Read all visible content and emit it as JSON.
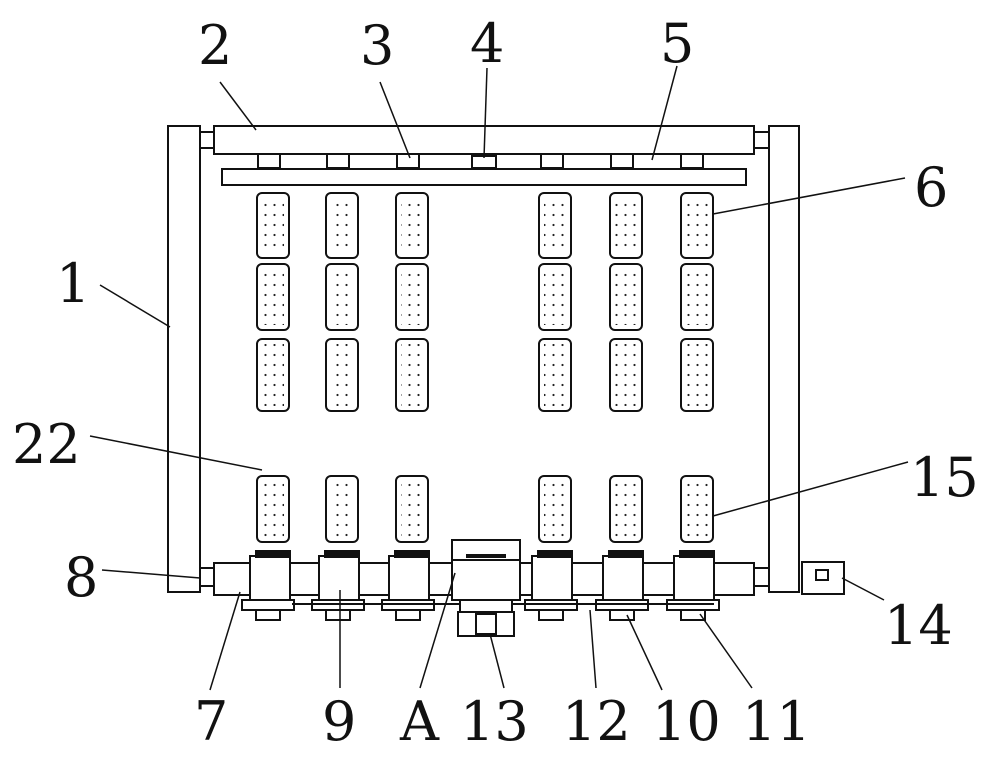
{
  "diagram": {
    "labels": {
      "n1": "1",
      "n2": "2",
      "n3": "3",
      "n4": "4",
      "n5": "5",
      "n6": "6",
      "n7": "7",
      "n8": "8",
      "n9": "9",
      "n10": "10",
      "n11": "11",
      "n12": "12",
      "n13": "13",
      "n14": "14",
      "n15": "15",
      "n22": "22",
      "nA": "A"
    }
  }
}
